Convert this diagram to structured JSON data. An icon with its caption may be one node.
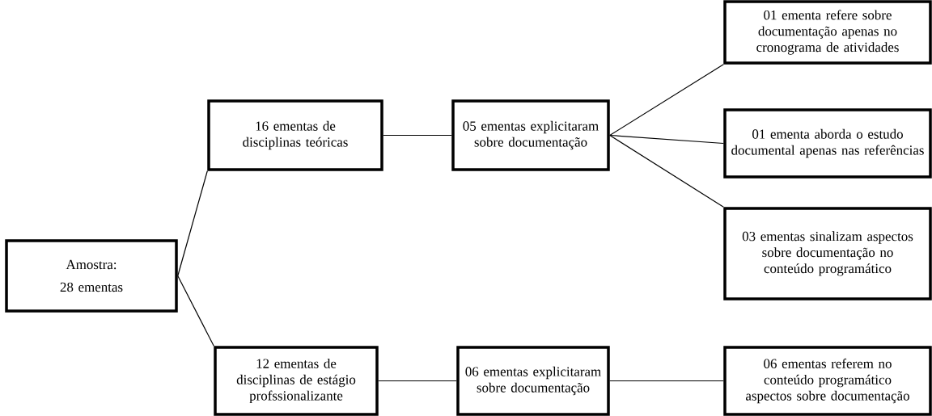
{
  "diagram": {
    "nodes": [
      {
        "text": [
          "Amostra:",
          "28 ementas"
        ]
      },
      {
        "text": [
          "16 ementas de disciplinas teóricas"
        ]
      },
      {
        "text": [
          "05 ementas explicitaram sobre documentação"
        ]
      },
      {
        "text": [
          "01 ementa refere sobre documentação apenas no cronograma de atividades"
        ]
      },
      {
        "text": [
          "01 ementa aborda o estudo documental apenas nas referências"
        ]
      },
      {
        "text": [
          "03 ementas sinalizam aspectos sobre documentação no conteúdo programático"
        ]
      },
      {
        "text": [
          "12 ementas de disciplinas de estágio profssionalizante"
        ]
      },
      {
        "text": [
          "06 ementas explicitaram sobre documentação"
        ]
      },
      {
        "text": [
          "06 ementas referem no conteúdo programático aspectos sobre documentação"
        ]
      }
    ],
    "edges": [
      {
        "from": 0,
        "to": 1,
        "arrow": "none"
      },
      {
        "from": 0,
        "to": 6,
        "arrow": "none"
      },
      {
        "from": 1,
        "to": 2,
        "arrow": "none"
      },
      {
        "from": 2,
        "to": 3,
        "arrow": "none"
      },
      {
        "from": 2,
        "to": 4,
        "arrow": "none"
      },
      {
        "from": 2,
        "to": 5,
        "arrow": "none"
      },
      {
        "from": 6,
        "to": 7,
        "arrow": "none"
      },
      {
        "from": 7,
        "to": 8,
        "arrow": "none"
      }
    ]
  }
}
